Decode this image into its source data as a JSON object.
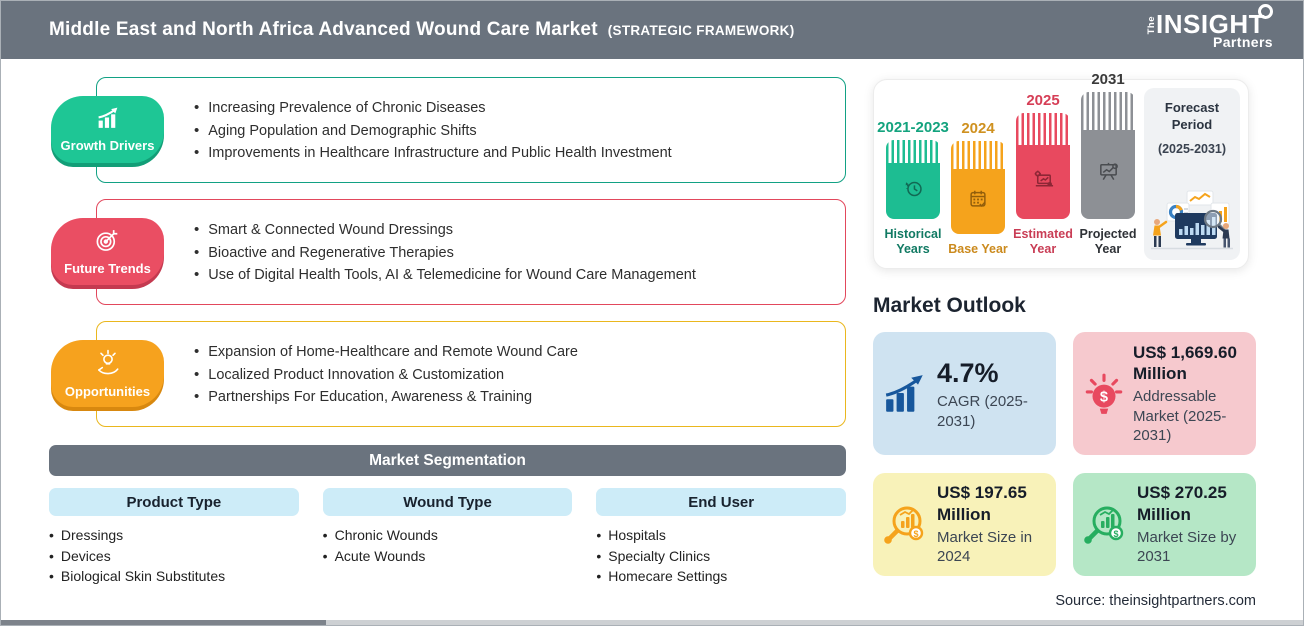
{
  "header": {
    "title": "Middle East and North Africa Advanced Wound Care Market",
    "subtitle": "(STRATEGIC FRAMEWORK)",
    "logo": {
      "the": "The",
      "insight": "INSIGHT",
      "partners": "Partners"
    }
  },
  "drivers": {
    "label": "Growth Drivers",
    "bullets": [
      "Increasing Prevalence of Chronic Diseases",
      "Aging Population and Demographic Shifts",
      "Improvements in Healthcare Infrastructure and Public Health Investment"
    ]
  },
  "trends": {
    "label": "Future Trends",
    "bullets": [
      "Smart & Connected Wound Dressings",
      "Bioactive and Regenerative Therapies",
      "Use of Digital Health Tools, AI & Telemedicine for Wound Care Management"
    ]
  },
  "opportunities": {
    "label": "Opportunities",
    "bullets": [
      "Expansion of Home-Healthcare and Remote Wound Care",
      "Localized Product Innovation & Customization",
      "Partnerships For Education, Awareness & Training"
    ]
  },
  "segmentation": {
    "title": "Market Segmentation",
    "columns": [
      {
        "header": "Product Type",
        "items": [
          "Dressings",
          "Devices",
          "Biological Skin Substitutes"
        ]
      },
      {
        "header": "Wound Type",
        "items": [
          "Chronic Wounds",
          "Acute Wounds"
        ]
      },
      {
        "header": "End User",
        "items": [
          "Hospitals",
          "Specialty Clinics",
          "Homecare Settings"
        ]
      }
    ]
  },
  "timeline": {
    "bars": [
      {
        "year": "2021-2023",
        "label": "Historical Years"
      },
      {
        "year": "2024",
        "label": "Base Year"
      },
      {
        "year": "2025",
        "label": "Estimated Year"
      },
      {
        "year": "2031",
        "label": "Projected Year"
      }
    ],
    "forecast_title": "Forecast Period",
    "forecast_range": "(2025-2031)"
  },
  "market_outlook": {
    "title": "Market Outlook",
    "cards": [
      {
        "value": "4.7%",
        "label": "CAGR (2025-2031)"
      },
      {
        "value": "US$ 1,669.60 Million",
        "label": "Addressable Market (2025-2031)"
      },
      {
        "value": "US$ 197.65 Million",
        "label": "Market Size in 2024"
      },
      {
        "value": "US$ 270.25 Million",
        "label": "Market Size by 2031"
      }
    ]
  },
  "source": "Source: theinsightpartners.com",
  "colors": {
    "header_bar": "#6a737e",
    "growth_green": "#1ec695",
    "trend_red": "#ea4e63",
    "opportunity_orange": "#f6a21e",
    "bar_gray": "#8d9095",
    "seg_header_blue": "#cdecf8",
    "card_blue": "#cfe3f1",
    "card_pink": "#f6c9ce",
    "card_yellow": "#f8f2b9",
    "card_green": "#b5e7c6"
  }
}
